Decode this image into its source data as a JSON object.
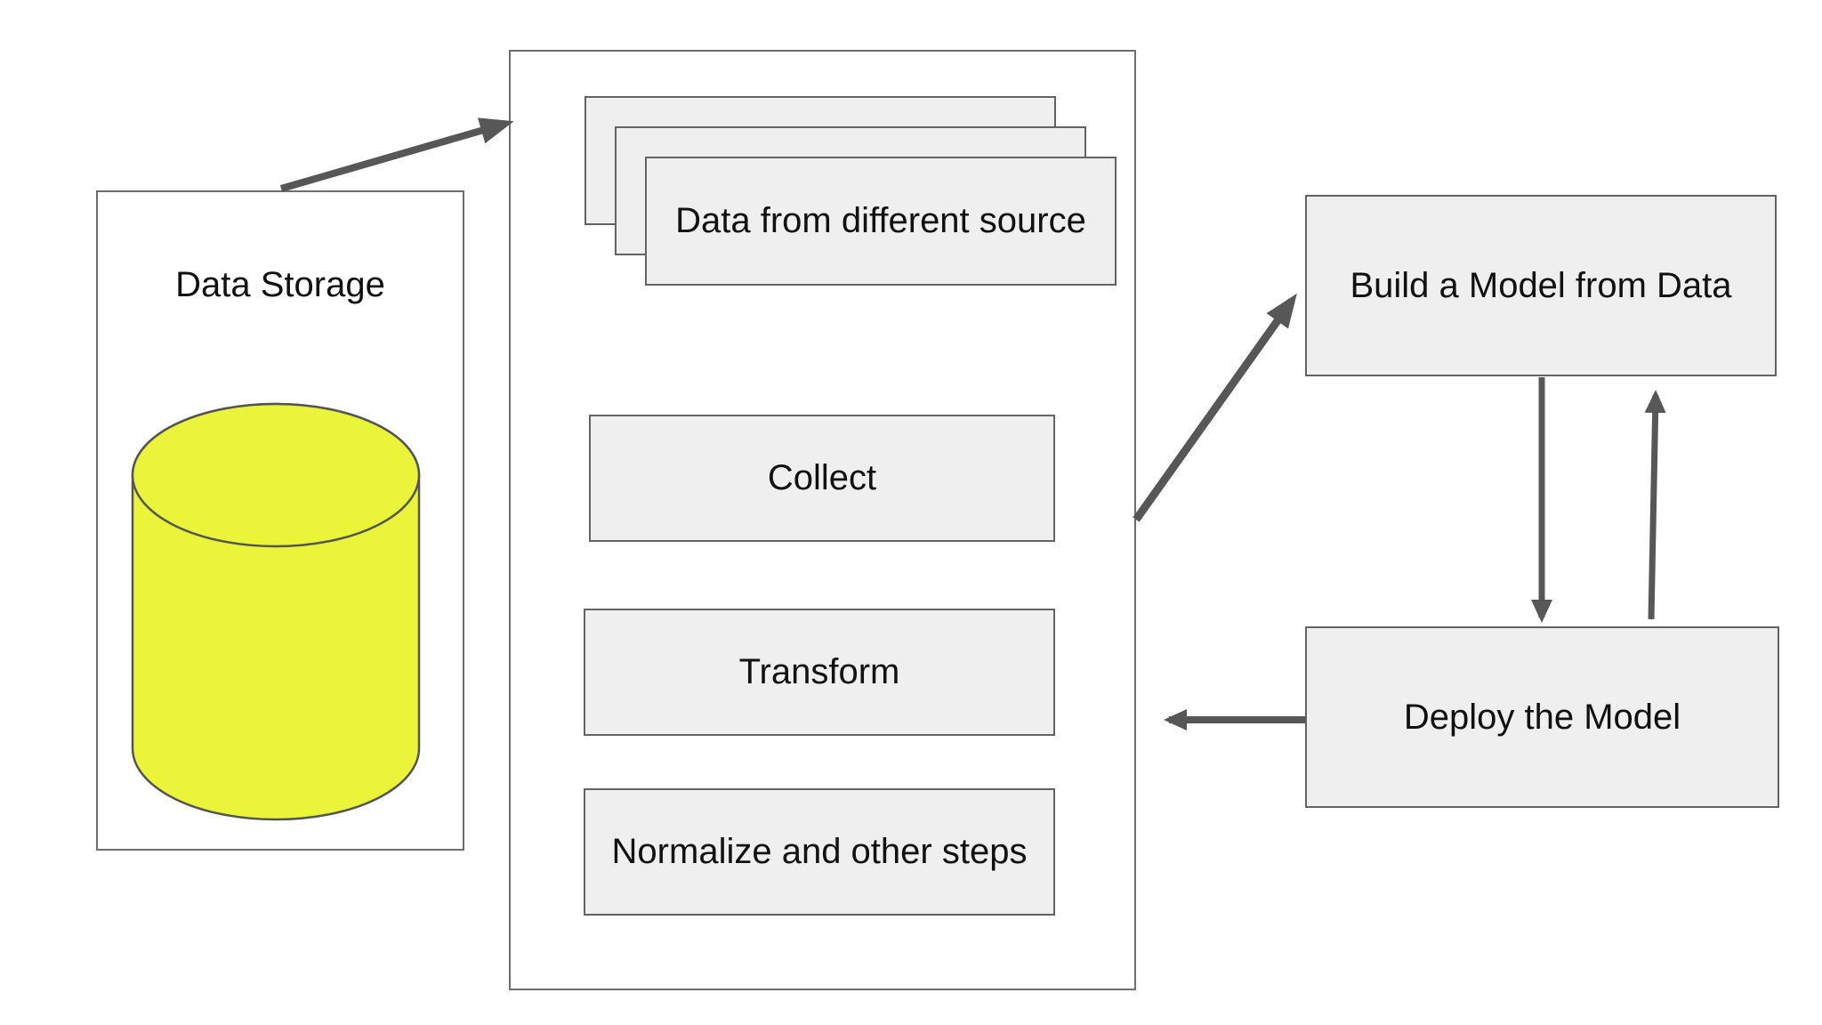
{
  "diagram": {
    "nodes": {
      "data_storage": "Data Storage",
      "sources": "Data from different source",
      "collect": "Collect",
      "transform": "Transform",
      "normalize": "Normalize and other steps",
      "build_model": "Build a Model from Data",
      "deploy_model": "Deploy the Model"
    },
    "colors": {
      "background": "#ffffff",
      "node_fill": "#efefef",
      "node_border": "#636363",
      "frame_fill": "#ffffff",
      "frame_border": "#6e6e6e",
      "arrow": "#575757",
      "cylinder_fill": "#eaf438",
      "cylinder_stroke": "#555555",
      "text": "#111111"
    }
  }
}
